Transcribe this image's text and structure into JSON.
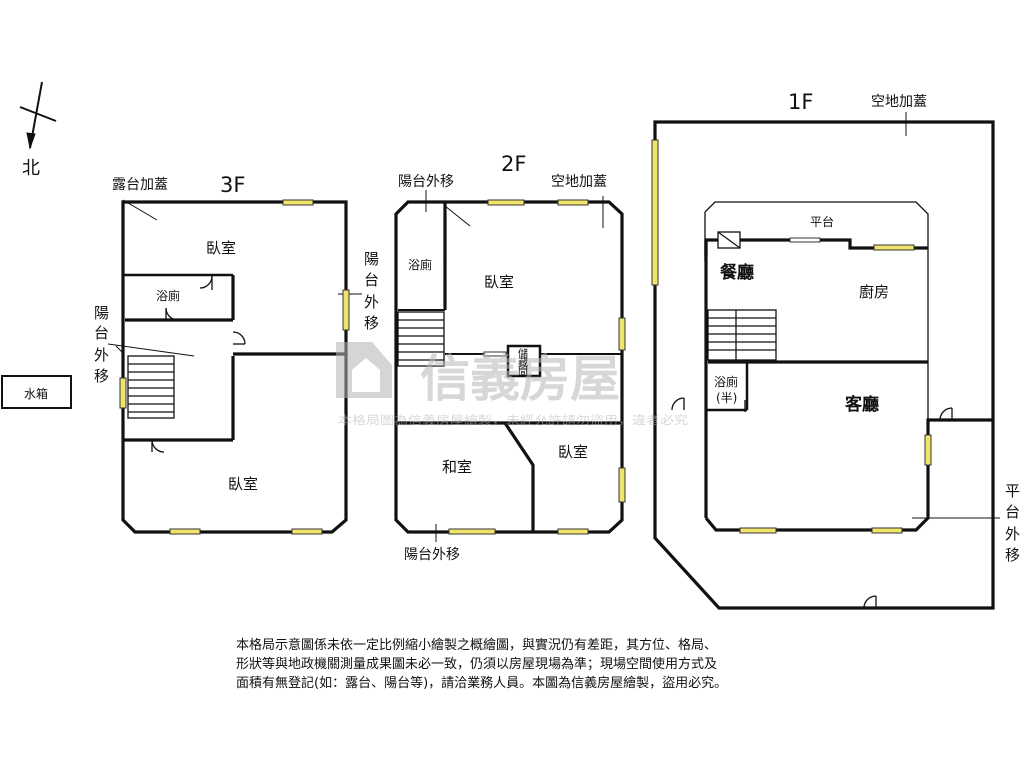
{
  "north": "北",
  "water_tank": "水箱",
  "floors": {
    "f3": {
      "title": "3F",
      "rooftop_addition": "露台加蓋",
      "bedroom_top": "臥室",
      "bathroom": "浴廁",
      "bedroom_bottom": "臥室",
      "balcony_shift_left": [
        "陽",
        "台",
        "外",
        "移"
      ],
      "balcony_shift_right": [
        "陽",
        "台",
        "外",
        "移"
      ]
    },
    "f2": {
      "title": "2F",
      "balcony_shift_top": "陽台外移",
      "open_space_addition": "空地加蓋",
      "bathroom": "浴廁",
      "bedroom_top": "臥室",
      "storage": [
        "儲",
        "藏",
        "間"
      ],
      "japanese_room": "和室",
      "bedroom_right": "臥室",
      "balcony_shift_bottom": "陽台外移"
    },
    "f1": {
      "title": "1F",
      "open_space_addition": "空地加蓋",
      "platform_top": "平台",
      "dining": "餐廳",
      "kitchen": "廚房",
      "half_bath": [
        "浴廁",
        "(半)"
      ],
      "living": "客廳",
      "platform_shift": [
        "平",
        "台",
        "外",
        "移"
      ]
    }
  },
  "watermark": {
    "brand": "信義房屋",
    "note": "本格局圖為信義房屋繪製，未經允許請勿盜用，違者必究"
  },
  "disclaimer": [
    "本格局示意圖係未依一定比例縮小繪製之概繪圖，與實況仍有差距，其方位、格局、",
    "形狀等與地政機關測量成果圖未必一致，仍須以房屋現場為準；現場空間使用方式及",
    "面積有無登記(如：露台、陽台等)，請洽業務人員。本圖為信義房屋繪製，盜用必究。"
  ]
}
